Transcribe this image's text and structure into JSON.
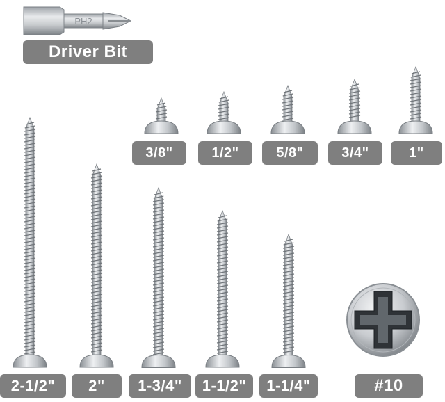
{
  "driver_bit": {
    "marking": "PH2",
    "label": "Driver Bit"
  },
  "screw_size": "#10",
  "screws_short": [
    {
      "label": "3/8\"",
      "length": 0.375
    },
    {
      "label": "1/2\"",
      "length": 0.5
    },
    {
      "label": "5/8\"",
      "length": 0.625
    },
    {
      "label": "3/4\"",
      "length": 0.75
    },
    {
      "label": "1\"",
      "length": 1.0
    }
  ],
  "screws_long": [
    {
      "label": "2-1/2\"",
      "length": 2.5
    },
    {
      "label": "2\"",
      "length": 2.0
    },
    {
      "label": "1-3/4\"",
      "length": 1.75
    },
    {
      "label": "1-1/2\"",
      "length": 1.5
    },
    {
      "label": "1-1/4\"",
      "length": 1.25
    }
  ],
  "colors": {
    "label_bg": "#7f7f7f",
    "label_text": "#ffffff",
    "metal_light": "#e6e8ea",
    "metal_dark": "#8a8f94"
  }
}
